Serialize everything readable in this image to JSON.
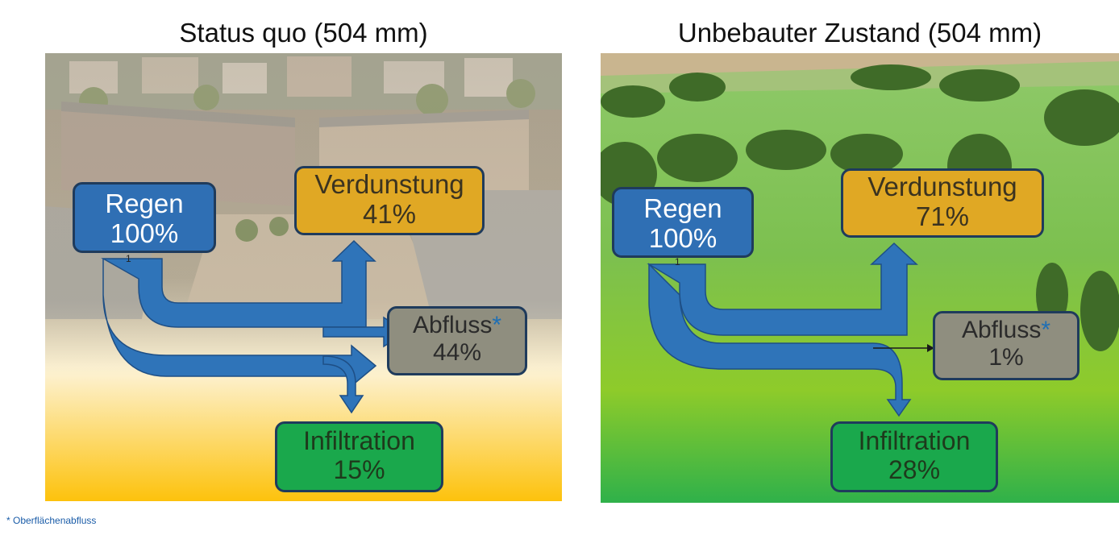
{
  "panels": [
    {
      "title": "Status quo (504 mm)",
      "scene": "city-aerial",
      "boxes": {
        "regen": {
          "label": "Regen",
          "value": "100%"
        },
        "verdunstung": {
          "label": "Verdunstung",
          "value": "41%"
        },
        "abfluss": {
          "label": "Abfluss",
          "marker": "*",
          "value": "44%"
        },
        "infiltration": {
          "label": "Infiltration",
          "value": "15%"
        }
      },
      "tick": "1"
    },
    {
      "title": "Unbebauter Zustand (504 mm)",
      "scene": "green-meadow",
      "boxes": {
        "regen": {
          "label": "Regen",
          "value": "100%"
        },
        "verdunstung": {
          "label": "Verdunstung",
          "value": "71%"
        },
        "abfluss": {
          "label": "Abfluss",
          "marker": "*",
          "value": "1%"
        },
        "infiltration": {
          "label": "Infiltration",
          "value": "28%"
        }
      },
      "tick": "1"
    }
  ],
  "footnote": "* Oberflächenabfluss",
  "colors": {
    "regen": "#2f6fb4",
    "verdunstung": "#e0a824",
    "abfluss": "#8f8e7f",
    "infiltration": "#1aa84c",
    "flow": "#2f74b9",
    "box_border": "#1f3b5c",
    "footnote": "#1a5ca8"
  }
}
